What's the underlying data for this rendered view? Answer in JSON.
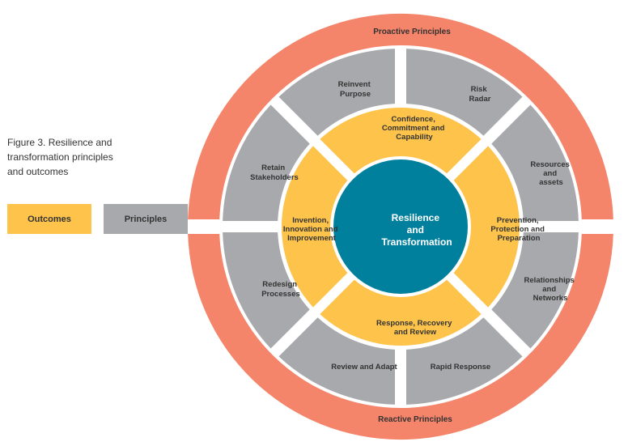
{
  "caption": [
    "Figure 3. Resilience and",
    "transformation principles",
    "and outcomes"
  ],
  "legend": {
    "outcomes_label": "Outcomes",
    "principles_label": "Principles"
  },
  "outer_ring": {
    "top_label": "Proactive Principles",
    "bottom_label": "Reactive Principles"
  },
  "principles": {
    "reinvent_purpose": [
      "Reinvent",
      "Purpose"
    ],
    "risk_radar": [
      "Risk",
      "Radar"
    ],
    "resources_assets": [
      "Resources",
      "and",
      "assets"
    ],
    "relationships_networks": [
      "Relationships",
      "and",
      "Networks"
    ],
    "rapid_response": [
      "Rapid Response"
    ],
    "review_adapt": [
      "Review and Adapt"
    ],
    "redesign_processes": [
      "Redesign",
      "Processes"
    ],
    "retain_stakeholders": [
      "Retain",
      "Stakeholders"
    ]
  },
  "outcomes": {
    "confidence": [
      "Confidence,",
      "Commitment and",
      "Capability"
    ],
    "prevention": [
      "Prevention,",
      "Protection and",
      "Preparation"
    ],
    "response": [
      "Response, Recovery",
      "and Review"
    ],
    "invention": [
      "Invention,",
      "Innovation and",
      "Improvement"
    ]
  },
  "center": [
    "Resilience",
    "and",
    "Transformation"
  ],
  "colors": {
    "outer_ring": "#F4846A",
    "principles": "#A7A9AC",
    "outcomes": "#FDC34A",
    "center": "#00809D",
    "background": "#FFFFFF"
  }
}
